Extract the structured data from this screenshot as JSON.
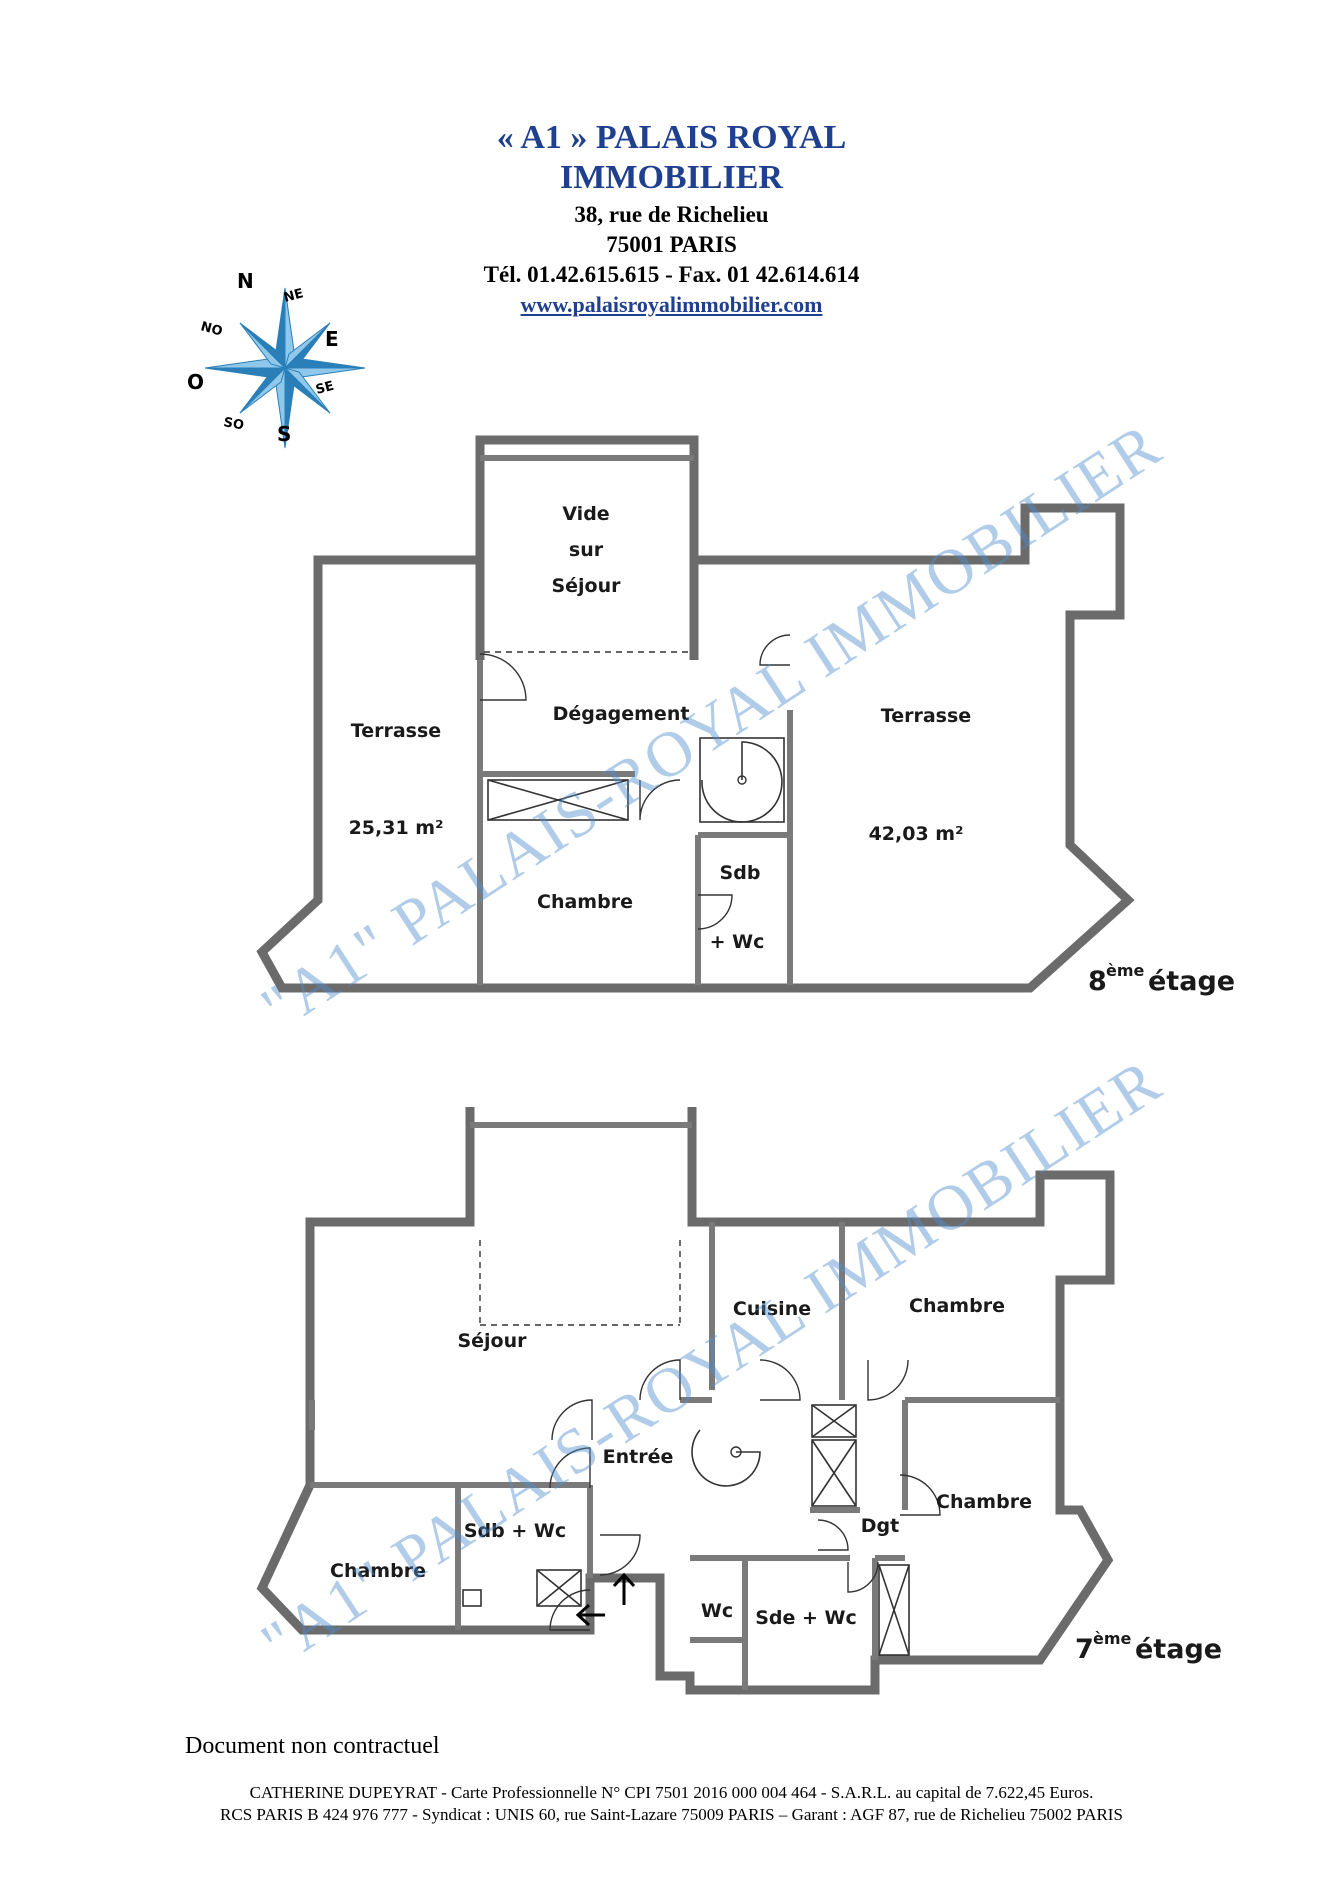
{
  "agency": {
    "name_line1": "« A1 » PALAIS ROYAL",
    "name_line2": "IMMOBILIER",
    "street": "38, rue de Richelieu",
    "city": "75001  PARIS",
    "phone_fax": "Tél. 01.42.615.615 - Fax. 01 42.614.614",
    "website": "www.palaisroyalimmobilier.com",
    "colors": {
      "brand": "#1f3f8f",
      "watermark": "#4f8fcf"
    }
  },
  "compass": {
    "icon": "compass-rose-icon",
    "n": "N",
    "ne": "NE",
    "e": "E",
    "se": "SE",
    "s": "S",
    "so": "SO",
    "o": "O",
    "no": "NO",
    "colors": {
      "light": "#8fc8ea",
      "dark": "#2a7fb8"
    }
  },
  "floor8": {
    "label_num": "8",
    "label_sup": "ème",
    "label_word": "étage",
    "rooms": {
      "vide1": "Vide",
      "vide2": "sur",
      "vide3": "Séjour",
      "terrasse_left": "Terrasse",
      "terrasse_left_area": "25,31 m²",
      "degagement": "Dégagement",
      "terrasse_right": "Terrasse",
      "terrasse_right_area": "42,03 m²",
      "chambre": "Chambre",
      "sdb": "Sdb",
      "wc": "+ Wc"
    }
  },
  "floor7": {
    "label_num": "7",
    "label_sup": "ème",
    "label_word": "étage",
    "rooms": {
      "sejour": "Séjour",
      "cuisine": "Cuisine",
      "chambre_top": "Chambre",
      "entree": "Entrée",
      "chambre_right": "Chambre",
      "dgt": "Dgt",
      "sdb_wc": "Sdb + Wc",
      "chambre_left": "Chambre",
      "wc": "Wc",
      "sde_wc": "Sde + Wc"
    }
  },
  "watermark_text": "\"A1\" PALAIS-ROYAL IMMOBILIER",
  "footer": {
    "disclaimer": "Document non contractuel",
    "legal_line1": "CATHERINE DUPEYRAT - Carte Professionnelle N° CPI 7501 2016 000 004 464 - S.A.R.L. au capital de 7.622,45 Euros.",
    "legal_line2": "RCS PARIS B 424 976 777 - Syndicat : UNIS  60, rue Saint-Lazare 75009  PARIS – Garant : AGF 87, rue de Richelieu 75002 PARIS"
  }
}
